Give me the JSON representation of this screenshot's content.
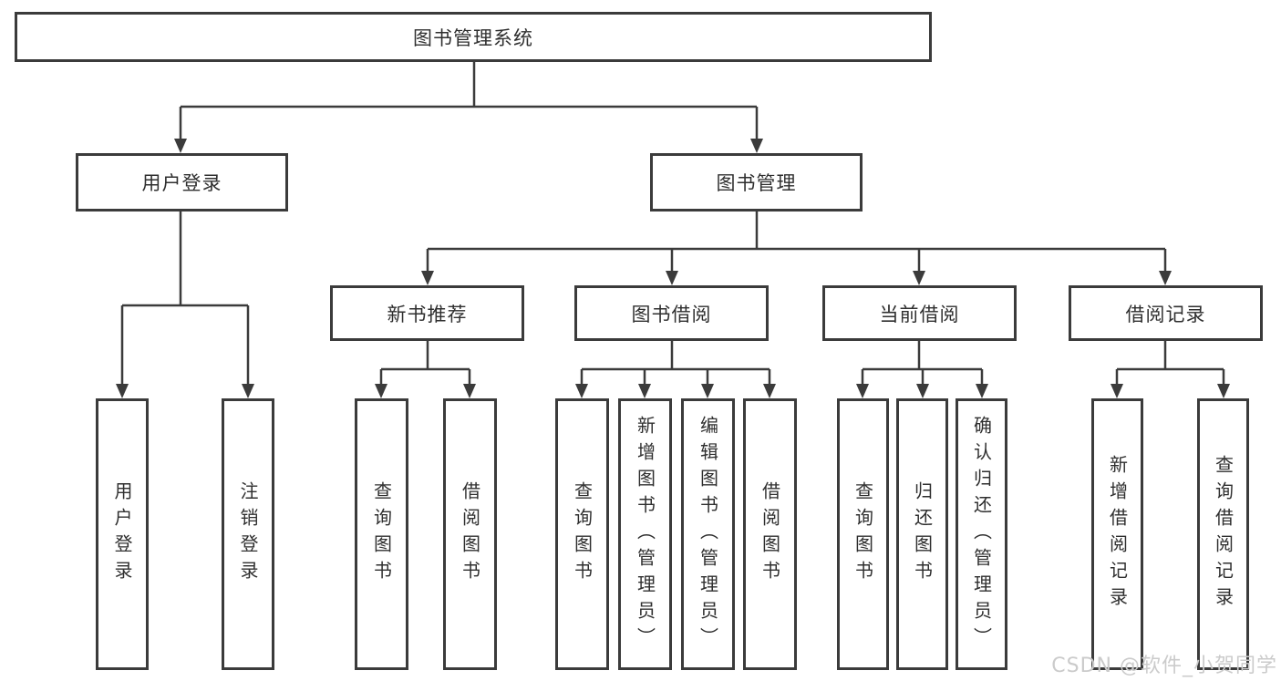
{
  "diagram": {
    "title": "图书管理系统",
    "level2": {
      "user_login": "用户登录",
      "book_management": "图书管理"
    },
    "level3": [
      "新书推荐",
      "图书借阅",
      "当前借阅",
      "借阅记录"
    ],
    "groups": {
      "login": [
        "用户登录",
        "注销登录"
      ],
      "new_books": [
        "查询图书",
        "借阅图书"
      ],
      "book_borrow": [
        "查询图书",
        "新增图书（管理员）",
        "编辑图书（管理员）",
        "借阅图书"
      ],
      "current_borrow": [
        "查询图书",
        "归还图书",
        "确认归还（管理员）"
      ],
      "borrow_records": [
        "新增借阅记录",
        "查询借阅记录"
      ]
    }
  },
  "watermark": {
    "text": "CSDN @软件_小贺同学",
    "color": "#cbcbcb"
  },
  "colors": {
    "line": "#3b3b3b",
    "text": "#2f2f2f",
    "background": "#ffffff"
  }
}
